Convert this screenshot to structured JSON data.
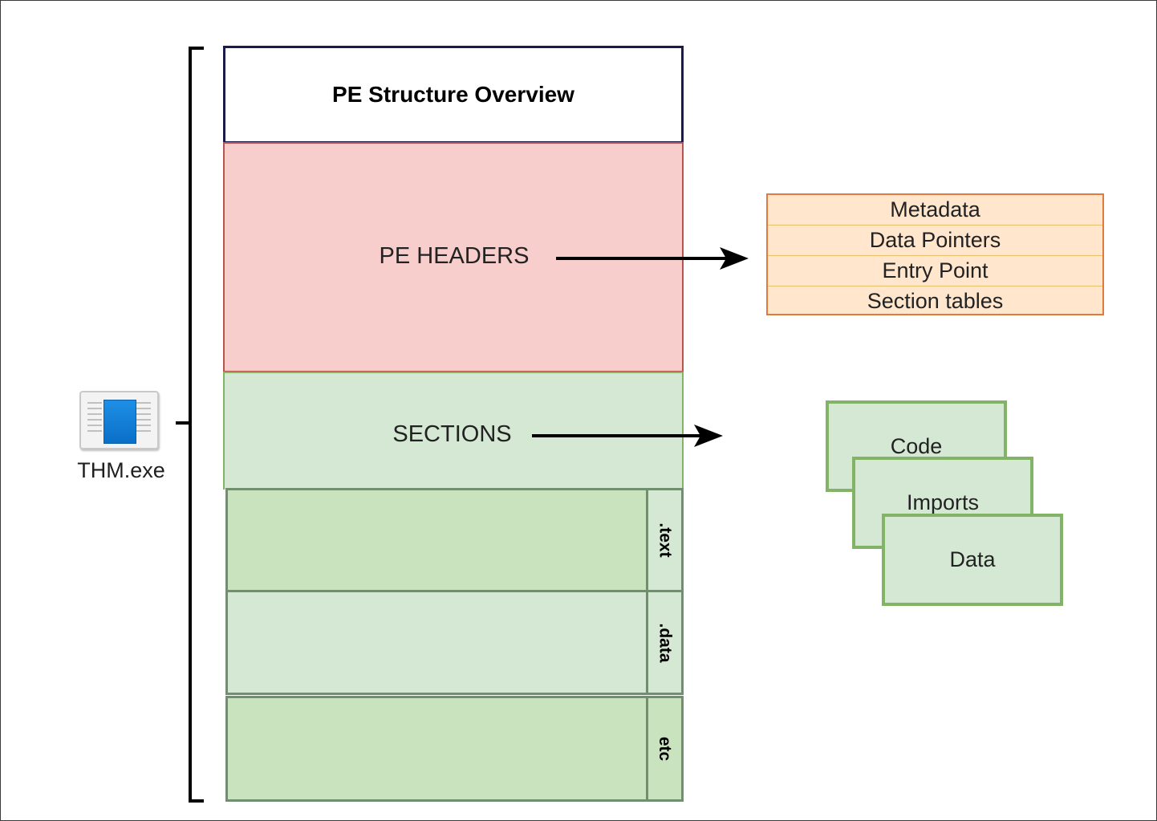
{
  "diagram": {
    "title": "PE Structure Overview",
    "file": {
      "label": "THM.exe",
      "icon": "executable-file-icon"
    },
    "headers_label": "PE HEADERS",
    "sections_label": "SECTIONS",
    "section_tabs": [
      ".text",
      ".data",
      "etc"
    ],
    "header_fields": [
      "Metadata",
      "Data Pointers",
      "Entry Point",
      "Section tables"
    ],
    "section_cards": [
      "Code",
      "Imports",
      "Data"
    ]
  },
  "colors": {
    "headers_fill": "#f8cecc",
    "headers_border": "#b85450",
    "sections_fill": "#d5e8d4",
    "sections_border": "#82b366",
    "table_fill": "#ffe6cc",
    "table_border": "#e07b3c"
  }
}
